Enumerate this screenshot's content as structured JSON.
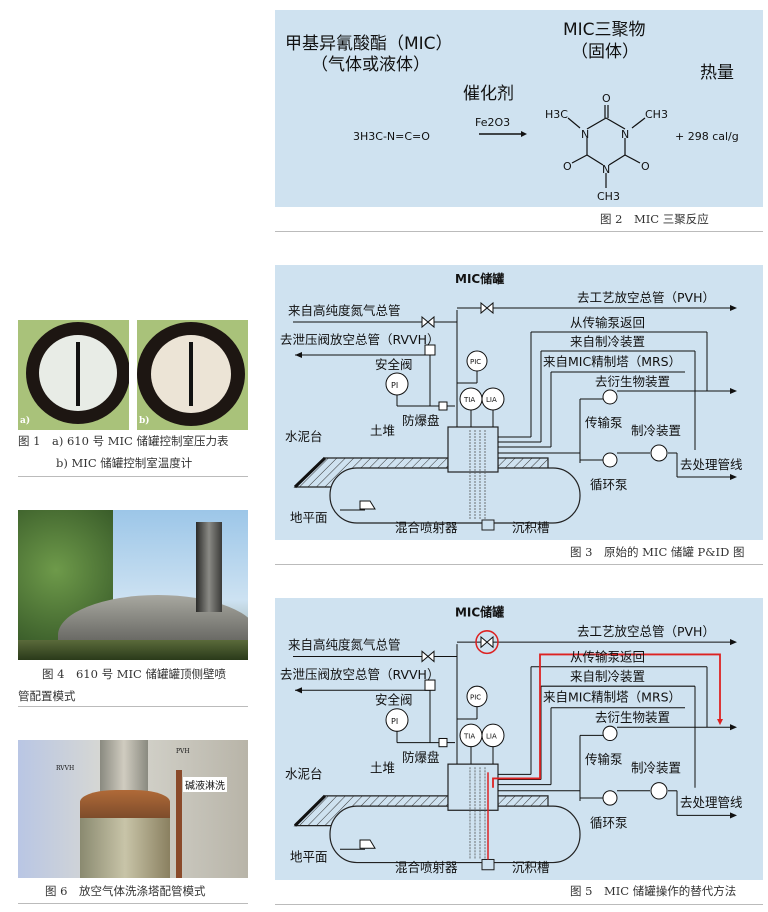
{
  "fig2": {
    "reactant_name": "甲基异氰酸酯（MIC）",
    "reactant_state": "（气体或液体）",
    "product_name": "MIC三聚物",
    "product_state": "（固体）",
    "heat": "热量",
    "catalyst": "催化剂",
    "catalyst_formula": "Fe2O3",
    "reactant_formula": "3H3C-N=C=O",
    "energy": "+   298 cal/g",
    "atoms": {
      "o": "O",
      "n": "N",
      "h3c": "H3C",
      "ch3": "CH3"
    },
    "caption": "图 2　MIC 三聚反应"
  },
  "pid": {
    "title": "MIC储罐",
    "pvh": "去工艺放空总管（PVH）",
    "n2": "来自高纯度氮气总管",
    "rvvh": "去泄压阀放空总管（RVVH）",
    "return_pump": "从传输泵返回",
    "from_refrig": "来自制冷装置",
    "from_mrs": "来自MIC精制塔（MRS）",
    "to_deriv": "去衍生物装置",
    "safety_valve": "安全阀",
    "pi": "PI",
    "pic": "PIC",
    "tia": "TIA",
    "lia": "LIA",
    "rupture_disk": "防爆盘",
    "transfer_pump": "传输泵",
    "refrig_unit": "制冷装置",
    "concrete": "水泥台",
    "earth_mound": "土堆",
    "to_process": "去处理管线",
    "circ_pump": "循环泵",
    "ground": "地平面",
    "eductor": "混合喷射器",
    "sump": "沉积槽"
  },
  "fig3_caption": "图 3　原始的 MIC 储罐 P&ID 图",
  "fig5_caption": "图 5　MIC 储罐操作的替代方法",
  "fig1": {
    "label_a": "a)",
    "label_b": "b)",
    "caption_line1": "图 1　a) 610 号 MIC 储罐控制室压力表",
    "caption_line2": "b) MIC 储罐控制室温度计"
  },
  "fig4": {
    "caption_line1": "图 4　610 号 MIC 储罐罐顶侧壁喷",
    "caption_line2": "管配置模式"
  },
  "fig6": {
    "rvvh": "RVVH",
    "pvh": "PVH",
    "caustic": "碱液淋洗",
    "caption": "图 6　放空气体洗涤塔配管模式"
  }
}
